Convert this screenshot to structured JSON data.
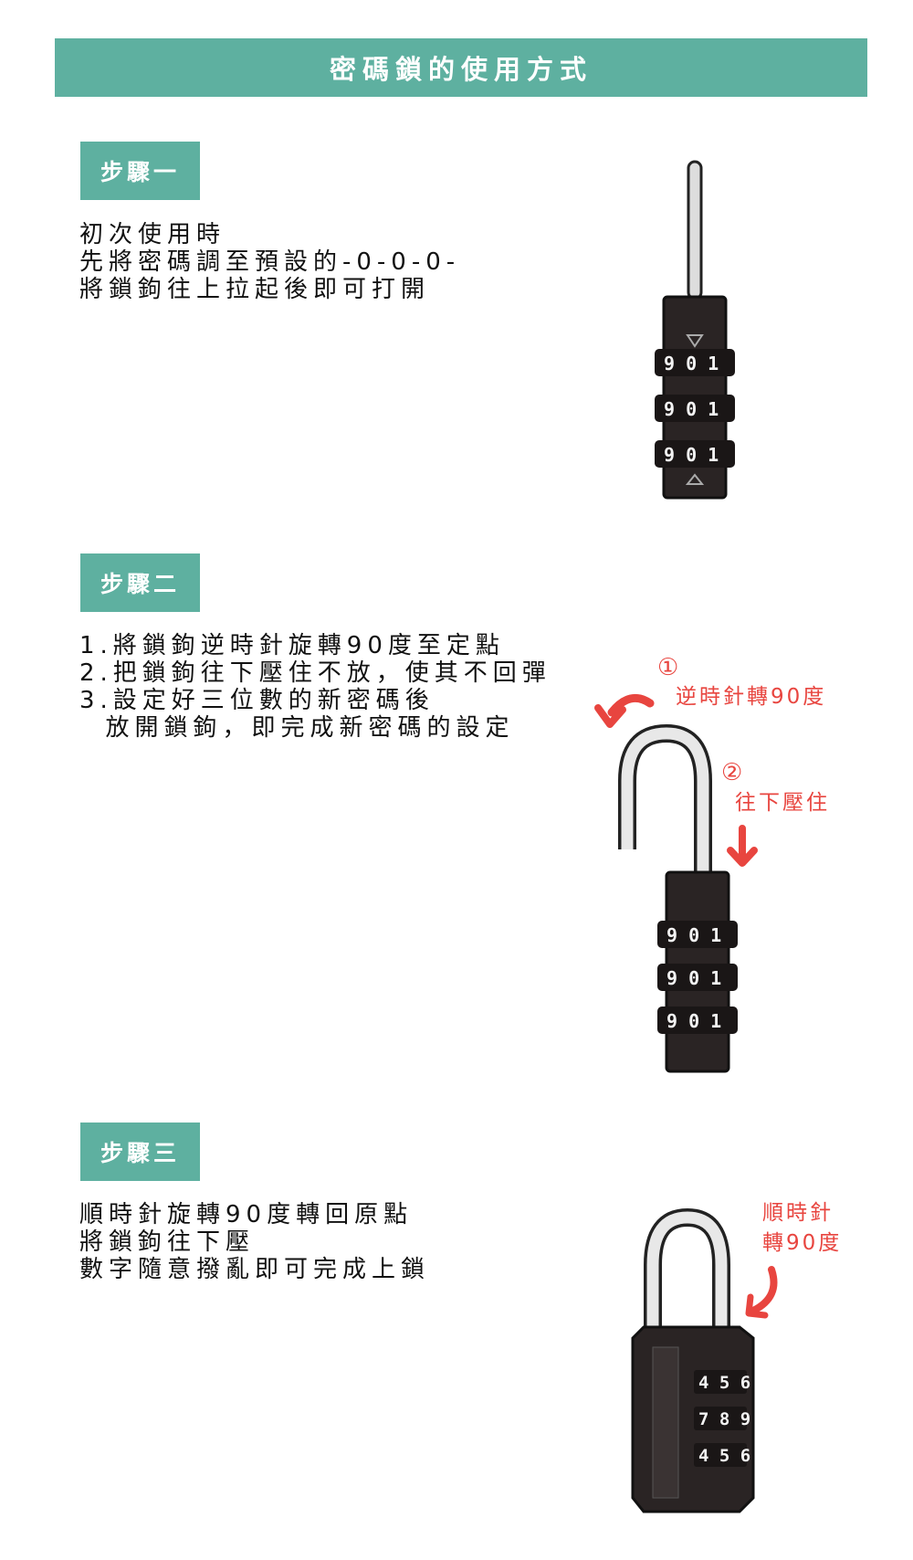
{
  "title": "密碼鎖的使用方式",
  "steps": [
    {
      "label": "步驟一",
      "lines": [
        "初次使用時",
        "先將密碼調至預設的-0-0-0-",
        "將鎖鉤往上拉起後即可打開"
      ]
    },
    {
      "label": "步驟二",
      "lines": [
        "1.將鎖鉤逆時針旋轉90度至定點",
        "2.把鎖鉤往下壓住不放，使其不回彈",
        "3.設定好三位數的新密碼後",
        "  放開鎖鉤，即完成新密碼的設定"
      ]
    },
    {
      "label": "步驟三",
      "lines": [
        "順時針旋轉90度轉回原點",
        "將鎖鉤往下壓",
        "數字隨意撥亂即可完成上鎖"
      ]
    }
  ],
  "annotations": {
    "step2_1_num": "①",
    "step2_1_text": "逆時針轉90度",
    "step2_2_num": "②",
    "step2_2_text": "往下壓住",
    "step3_line1": "順時針",
    "step3_line2": "轉90度"
  },
  "colors": {
    "accent": "#5eb0a0",
    "annotation": "#e8453f"
  }
}
